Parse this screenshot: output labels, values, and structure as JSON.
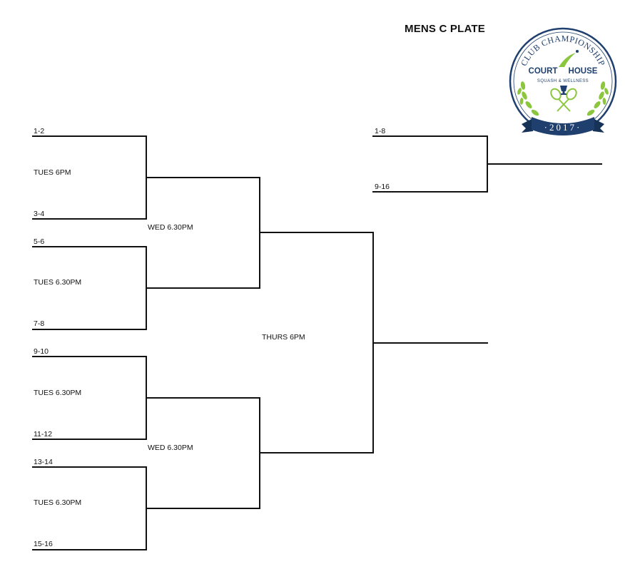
{
  "title": "MENS C PLATE",
  "round1": [
    {
      "top": "1-2",
      "bottom": "3-4",
      "time": "TUES 6PM"
    },
    {
      "top": "5-6",
      "bottom": "7-8",
      "time": "TUES 6.30PM"
    },
    {
      "top": "9-10",
      "bottom": "11-12",
      "time": "TUES 6.30PM"
    },
    {
      "top": "13-14",
      "bottom": "15-16",
      "time": "TUES 6.30PM"
    }
  ],
  "round2": [
    {
      "time": "WED 6.30PM"
    },
    {
      "time": "WED 6.30PM"
    }
  ],
  "round3": {
    "time": "THURS 6PM"
  },
  "playoff": {
    "top": "1-8",
    "bottom": "9-16"
  },
  "logo": {
    "arc_text": "CLUB CHAMPIONSHIP",
    "brand_left": "COURT",
    "brand_right": "HOUSE",
    "tagline": "SQUASH & WELLNESS",
    "year": "·2017·",
    "colors": {
      "navy": "#1f3f6e",
      "green": "#8cc63f"
    }
  }
}
